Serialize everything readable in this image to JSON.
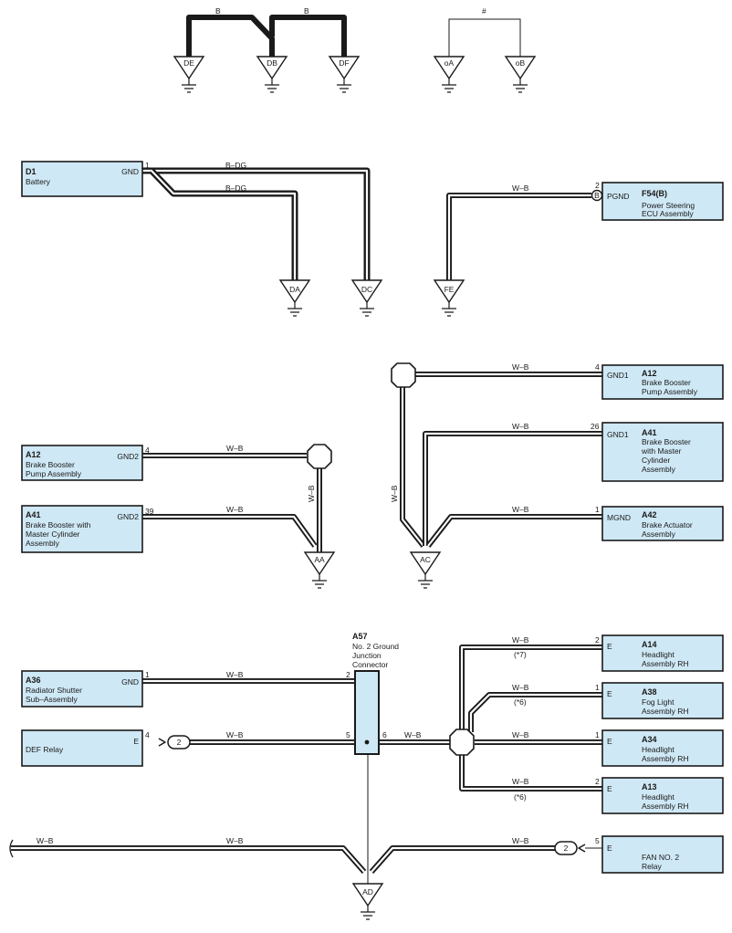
{
  "grounds": {
    "DE": "DE",
    "DB": "DB",
    "DF": "DF",
    "oA": "oA",
    "oB": "oB",
    "DA": "DA",
    "DC": "DC",
    "FE": "FE",
    "AA": "AA",
    "AC": "AC",
    "AD": "AD"
  },
  "wire_colors": {
    "B": "B",
    "hash": "#",
    "B_DG": "B–DG",
    "W_B": "W–B"
  },
  "notes": {
    "n7": "(*7)",
    "n6": "(*6)"
  },
  "pins": {
    "p1": "1",
    "p2": "2",
    "p4": "4",
    "p5": "5",
    "p6": "6",
    "p26": "26",
    "p39": "39"
  },
  "components": {
    "d1": {
      "code": "D1",
      "name": "Battery",
      "term": "GND"
    },
    "f54": {
      "code": "F54(B)",
      "name1": "Power Steering",
      "name2": "ECU Assembly",
      "term": "PGND",
      "conn": "B"
    },
    "a12_top": {
      "code": "A12",
      "name1": "Brake Booster",
      "name2": "Pump Assembly",
      "term": "GND1"
    },
    "a41_top": {
      "code": "A41",
      "name1": "Brake Booster",
      "name2": "with Master",
      "name3": "Cylinder",
      "name4": "Assembly",
      "term": "GND1"
    },
    "a42": {
      "code": "A42",
      "name1": "Brake Actuator",
      "name2": "Assembly",
      "term": "MGND"
    },
    "a12_left": {
      "code": "A12",
      "name1": "Brake Booster",
      "name2": "Pump Assembly",
      "term": "GND2"
    },
    "a41_left": {
      "code": "A41",
      "name1": "Brake Booster with",
      "name2": "Master Cylinder",
      "name3": "Assembly",
      "term": "GND2"
    },
    "a57": {
      "code": "A57",
      "name1": "No. 2 Ground",
      "name2": "Junction",
      "name3": "Connector"
    },
    "a36": {
      "code": "A36",
      "name1": "Radiator Shutter",
      "name2": "Sub–Assembly",
      "term": "GND"
    },
    "def": {
      "name": "DEF Relay",
      "term": "E",
      "conn": "2"
    },
    "a14": {
      "code": "A14",
      "name1": "Headlight",
      "name2": "Assembly RH",
      "term": "E"
    },
    "a38": {
      "code": "A38",
      "name1": "Fog Light",
      "name2": "Assembly RH",
      "term": "E"
    },
    "a34": {
      "code": "A34",
      "name1": "Headlight",
      "name2": "Assembly RH",
      "term": "E"
    },
    "a13": {
      "code": "A13",
      "name1": "Headlight",
      "name2": "Assembly RH",
      "term": "E"
    },
    "fan": {
      "name1": "FAN NO. 2",
      "name2": "Relay",
      "term": "E",
      "conn": "2"
    }
  }
}
